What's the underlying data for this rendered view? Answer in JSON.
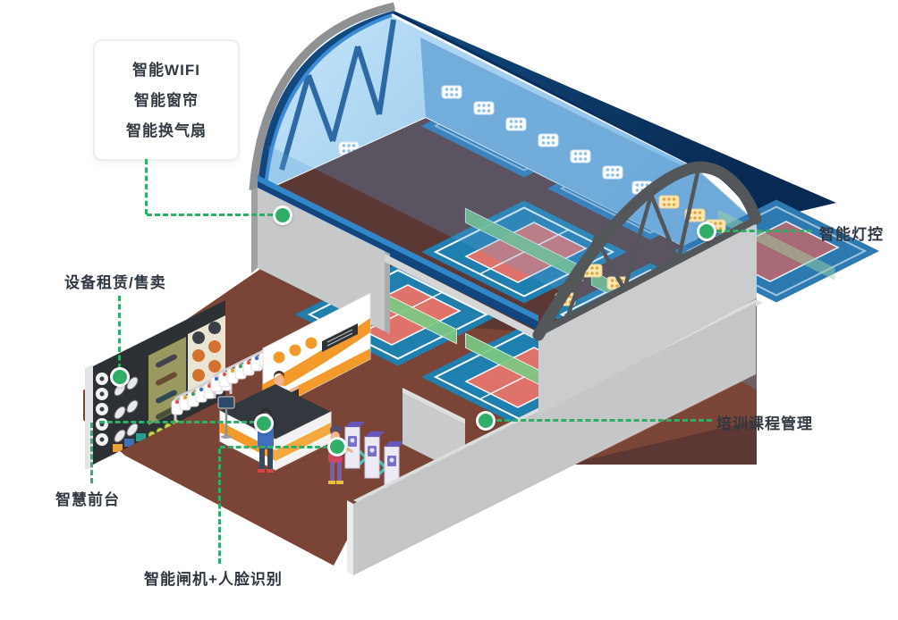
{
  "callout_box": {
    "lines": [
      "智能WIFI",
      "智能窗帘",
      "智能换气扇"
    ]
  },
  "labels": {
    "lighting": "智能灯控",
    "equipment_rental": "设备租赁/售卖",
    "front_desk": "智慧前台",
    "gate_face": "智能闸机+人脸识别",
    "training": "培训课程管理"
  },
  "colors": {
    "accent_green": "#2fae68",
    "roof_navy": "#0e3f78",
    "roof_trim_blue": "#3a8ad6",
    "interior_blue": "#a9d6f2",
    "court_blue": "#1f7fae",
    "court_infill_red": "#df726b",
    "net_green": "#7cc982",
    "floor_brown": "#7a4437",
    "wall_gray": "#c6c8c9",
    "truss_gray": "#53575a",
    "brand_orange": "#f39a2b",
    "gate_purple": "#6658b8",
    "gate_teal": "#49c8c0"
  }
}
